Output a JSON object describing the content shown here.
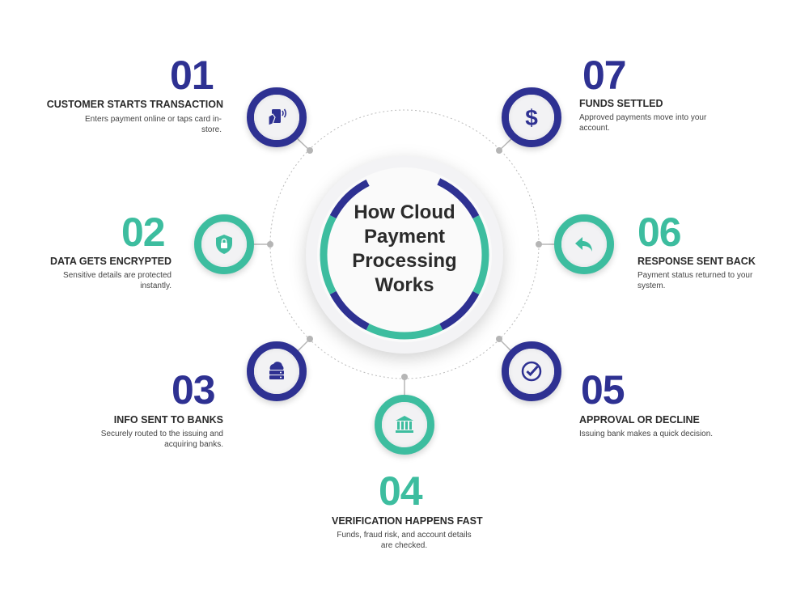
{
  "title": "How Cloud Payment Processing Works",
  "colors": {
    "navy": "#2e3192",
    "teal": "#3dbd9f",
    "text": "#2b2b2b"
  },
  "steps": [
    {
      "num": "01",
      "title": "CUSTOMER STARTS TRANSACTION",
      "desc": "Enters payment online or taps card in-store.",
      "icon": "card-tap-icon"
    },
    {
      "num": "02",
      "title": "DATA GETS ENCRYPTED",
      "desc": "Sensitive details are protected instantly.",
      "icon": "shield-lock-icon"
    },
    {
      "num": "03",
      "title": "INFO SENT TO BANKS",
      "desc": "Securely routed to the issuing and acquiring banks.",
      "icon": "cloud-server-icon"
    },
    {
      "num": "04",
      "title": "VERIFICATION HAPPENS FAST",
      "desc": "Funds, fraud risk, and account details are checked.",
      "icon": "bank-icon"
    },
    {
      "num": "05",
      "title": "APPROVAL OR DECLINE",
      "desc": "Issuing bank makes a quick decision.",
      "icon": "check-circle-icon"
    },
    {
      "num": "06",
      "title": "RESPONSE SENT BACK",
      "desc": "Payment status returned to your system.",
      "icon": "reply-arrow-icon"
    },
    {
      "num": "07",
      "title": "FUNDS SETTLED",
      "desc": "Approved payments move into your account.",
      "icon": "dollar-icon"
    }
  ]
}
